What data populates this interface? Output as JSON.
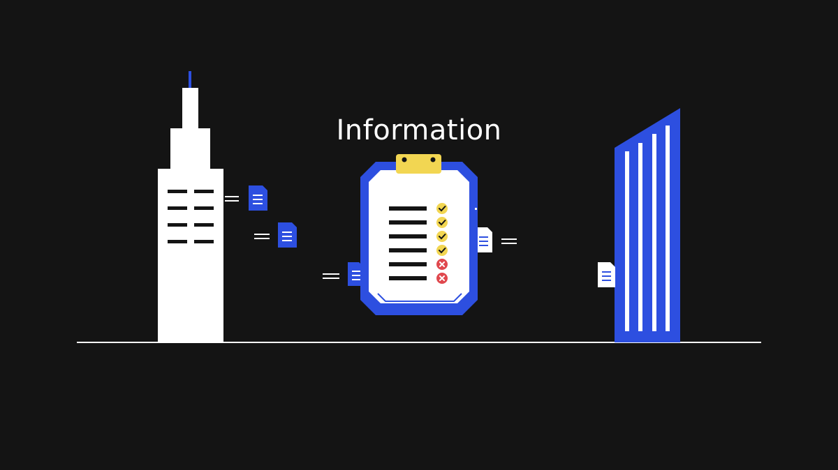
{
  "scene": {
    "title": "Information",
    "colors": {
      "background": "#141414",
      "foreground": "#ffffff",
      "accent": "#2d4fe0",
      "clip_yellow": "#f2d652",
      "check_yellow": "#f2d652",
      "cross_red": "#e0484e",
      "line_dark": "#141414"
    },
    "checklist": {
      "items": [
        "check",
        "check",
        "check",
        "check",
        "cross",
        "cross"
      ]
    },
    "icons": [
      "skyscraper-building-icon",
      "clipboard-checklist-icon",
      "office-tower-icon",
      "document-icon"
    ]
  }
}
